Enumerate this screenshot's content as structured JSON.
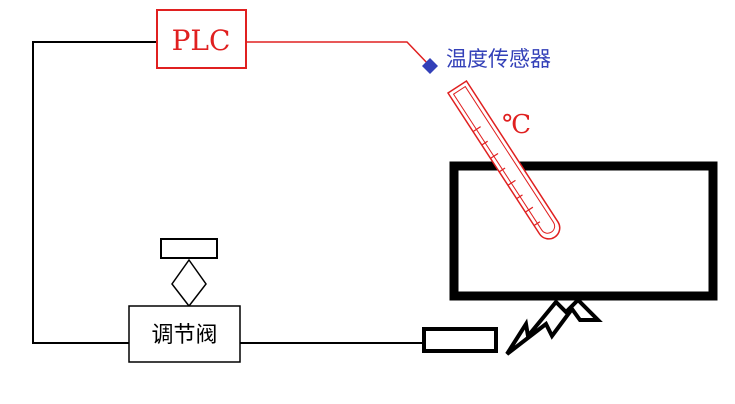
{
  "diagram": {
    "controller_label": "PLC",
    "sensor_label": "温度传感器",
    "unit_label": "℃",
    "valve_label": "调节阀"
  },
  "colors": {
    "wire": "#000000",
    "signal": "#e02020",
    "sensor": "#3340b8",
    "background": "#ffffff"
  }
}
